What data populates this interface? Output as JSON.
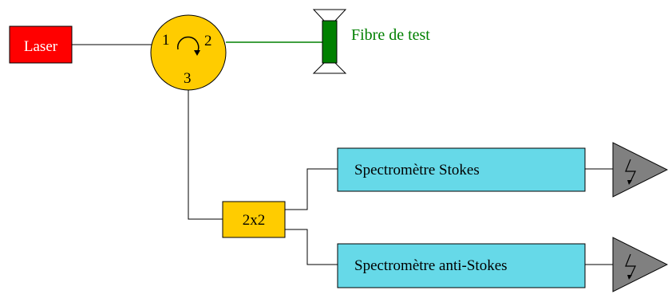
{
  "laser": {
    "label": "Laser",
    "fill": "#ff0000",
    "text_color": "#ffffff"
  },
  "circulator": {
    "port1": "1",
    "port2": "2",
    "port3": "3",
    "fill": "#ffcc00",
    "icon": "circulation-arrow-icon"
  },
  "test_fiber": {
    "label": "Fibre de test",
    "color": "#008000"
  },
  "coupler": {
    "label": "2x2",
    "fill": "#ffcc00"
  },
  "spectrometers": [
    {
      "label": "Spectromètre Stokes",
      "fill": "#66d9e8"
    },
    {
      "label": "Spectromètre anti-Stokes",
      "fill": "#66d9e8"
    }
  ],
  "detectors": {
    "fill": "#808080",
    "icon": "photodetector-icon"
  }
}
